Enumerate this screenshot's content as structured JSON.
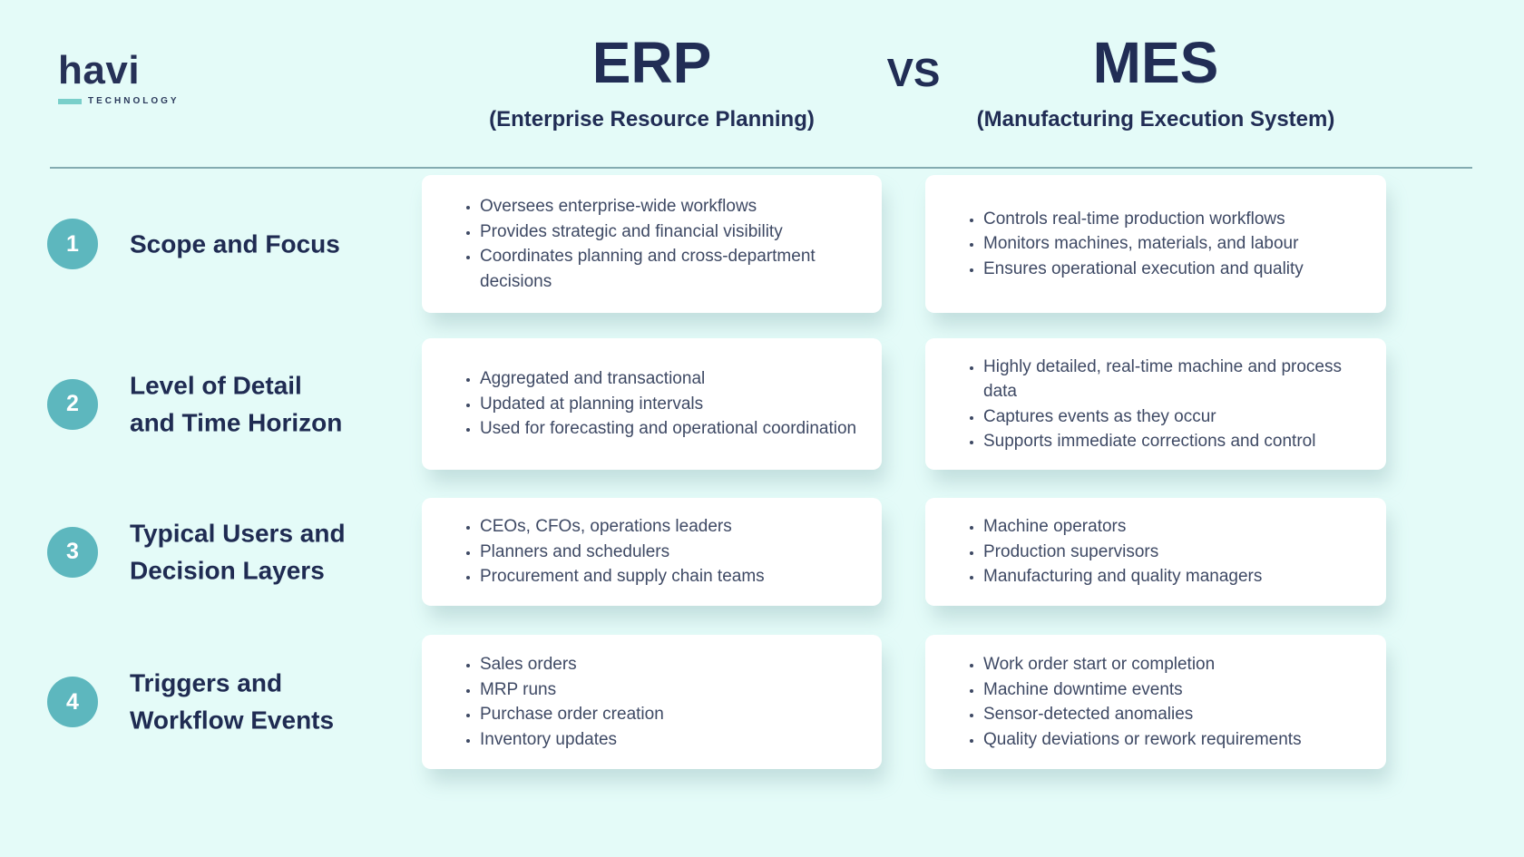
{
  "logo": {
    "name": "havi",
    "tagline": "TECHNOLOGY"
  },
  "header": {
    "left": {
      "title": "ERP",
      "subtitle": "(Enterprise Resource Planning)"
    },
    "vs": "VS",
    "right": {
      "title": "MES",
      "subtitle": "(Manufacturing Execution System)"
    }
  },
  "colors": {
    "background": "#e4fbf8",
    "card": "#ffffff",
    "accent_teal": "#5db7be",
    "logo_teal": "#79cfca",
    "heading_navy": "#212d55",
    "body_text": "#3e4964",
    "divider": "#83abb1"
  },
  "rows": [
    {
      "number": "1",
      "label_line1": "Scope and Focus",
      "label_line2": "",
      "erp": [
        "Oversees enterprise-wide workflows",
        "Provides strategic and financial visibility",
        "Coordinates planning and cross-department decisions"
      ],
      "mes": [
        "Controls real-time production workflows",
        "Monitors machines, materials, and labour",
        "Ensures operational execution and quality"
      ]
    },
    {
      "number": "2",
      "label_line1": "Level of Detail",
      "label_line2": "and Time Horizon",
      "erp": [
        "Aggregated and transactional",
        "Updated at planning intervals",
        "Used for forecasting and operational coordination"
      ],
      "mes": [
        "Highly detailed, real-time machine and process data",
        "Captures events as they occur",
        "Supports immediate corrections and control"
      ]
    },
    {
      "number": "3",
      "label_line1": "Typical Users and",
      "label_line2": "Decision Layers",
      "erp": [
        "CEOs, CFOs, operations leaders",
        "Planners and schedulers",
        "Procurement and supply chain teams"
      ],
      "mes": [
        "Machine operators",
        "Production supervisors",
        "Manufacturing and quality managers"
      ]
    },
    {
      "number": "4",
      "label_line1": "Triggers and",
      "label_line2": "Workflow Events",
      "erp": [
        "Sales orders",
        "MRP runs",
        "Purchase order creation",
        "Inventory updates"
      ],
      "mes": [
        "Work order start or completion",
        "Machine downtime events",
        "Sensor-detected anomalies",
        "Quality deviations or rework requirements"
      ]
    }
  ]
}
